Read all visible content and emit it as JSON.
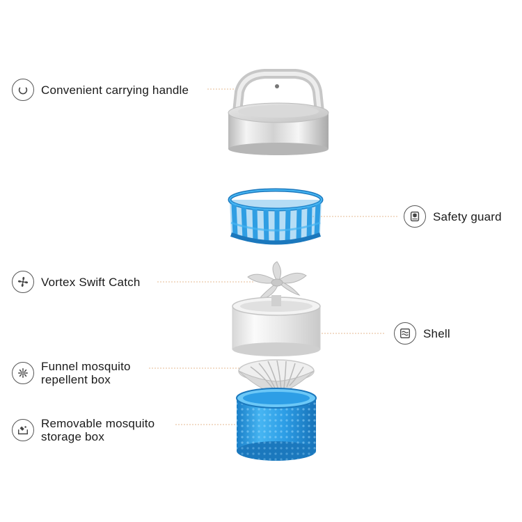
{
  "theme": {
    "blue": "#2f9ee3",
    "blue_dark": "#1b78bd",
    "leader": "#e6b892",
    "icon_stroke": "#444444"
  },
  "parts": [
    {
      "id": "handle",
      "icon": "handle-ring-icon",
      "lines": [
        "Convenient carrying handle"
      ]
    },
    {
      "id": "guard",
      "icon": "safety-guard-icon",
      "lines": [
        "Safety guard"
      ]
    },
    {
      "id": "vortex",
      "icon": "fan-icon",
      "lines": [
        "Vortex Swift Catch"
      ]
    },
    {
      "id": "shell",
      "icon": "shell-wave-icon",
      "lines": [
        "Shell"
      ]
    },
    {
      "id": "funnel",
      "icon": "funnel-icon",
      "lines": [
        "Funnel mosquito",
        "repellent box"
      ]
    },
    {
      "id": "storage",
      "icon": "storage-box-icon",
      "lines": [
        "Removable mosquito",
        "storage box"
      ]
    }
  ]
}
